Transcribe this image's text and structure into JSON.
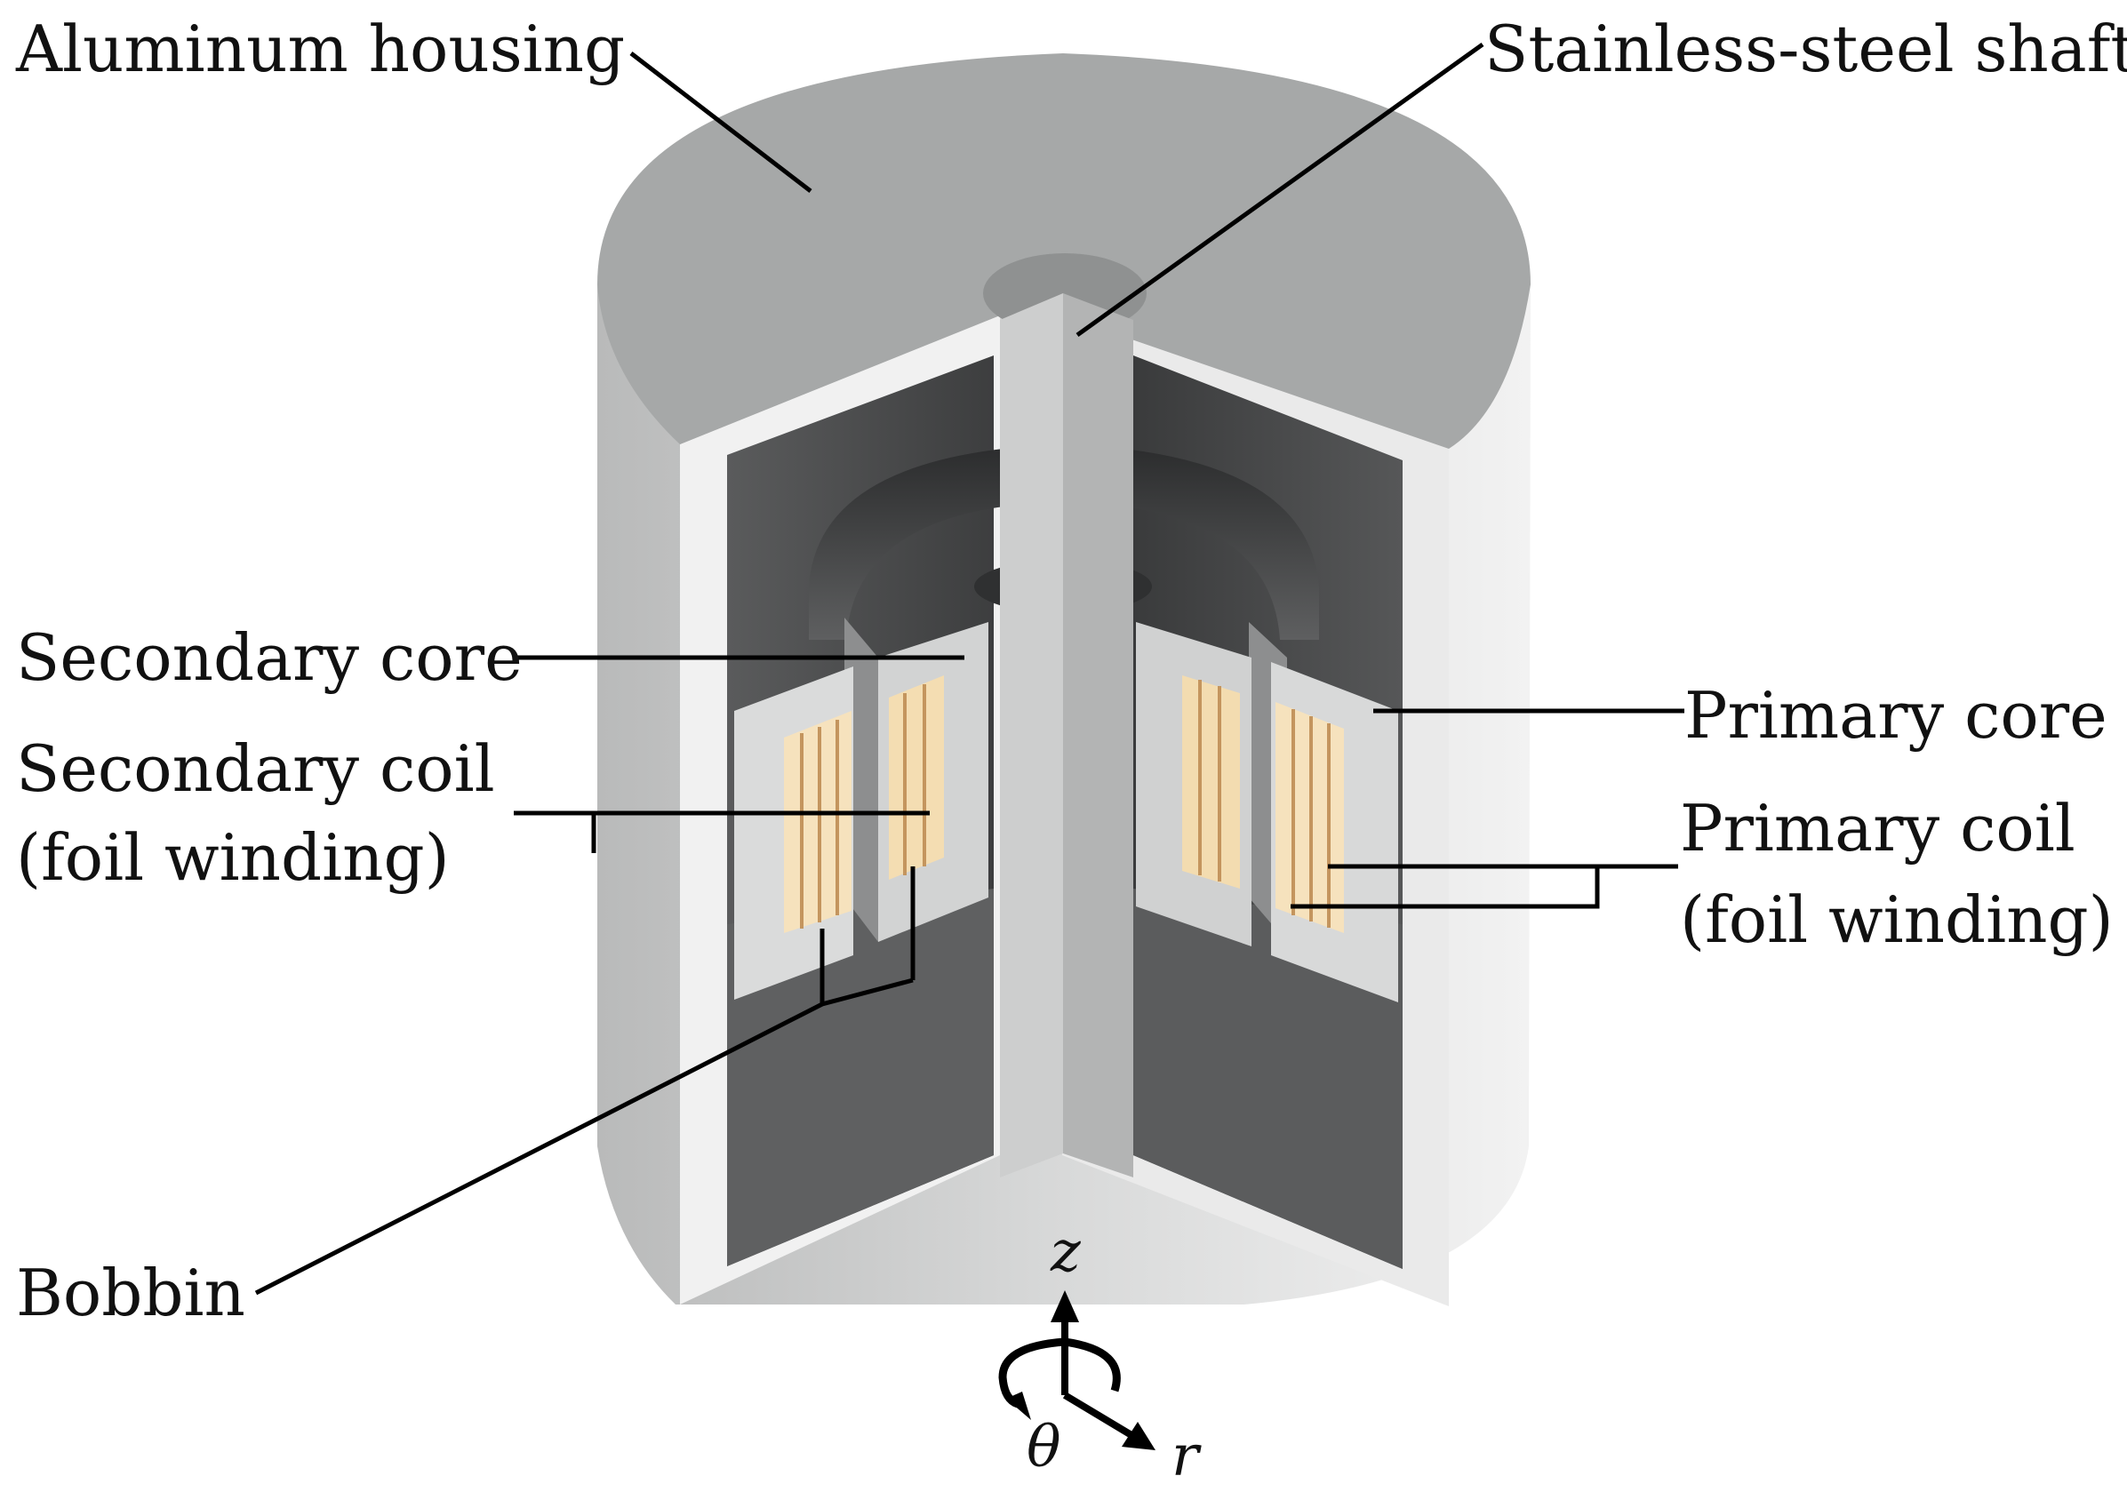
{
  "labels": {
    "aluminum_housing": "Aluminum housing",
    "stainless_steel_shaft": "Stainless-steel shaft",
    "secondary_core": "Secondary core",
    "secondary_coil_line1": "Secondary coil",
    "secondary_coil_line2": "(foil winding)",
    "bobbin": "Bobbin",
    "primary_core": "Primary core",
    "primary_coil_line1": "Primary coil",
    "primary_coil_line2": "(foil winding)"
  },
  "axes": {
    "z": "z",
    "theta": "θ",
    "r": "r"
  },
  "colors": {
    "housing_top": "#a6a8a8",
    "housing_side_left": "#c8c9c9",
    "housing_side_right": "#e9e9e9",
    "cavity_dark": "#4d4e4f",
    "shaft": "#c2c3c3",
    "core_face": "#d7d8d8",
    "coil_foil": "#f5dfb8",
    "foil_stripe": "#c89a62",
    "leader_line": "#000000"
  }
}
